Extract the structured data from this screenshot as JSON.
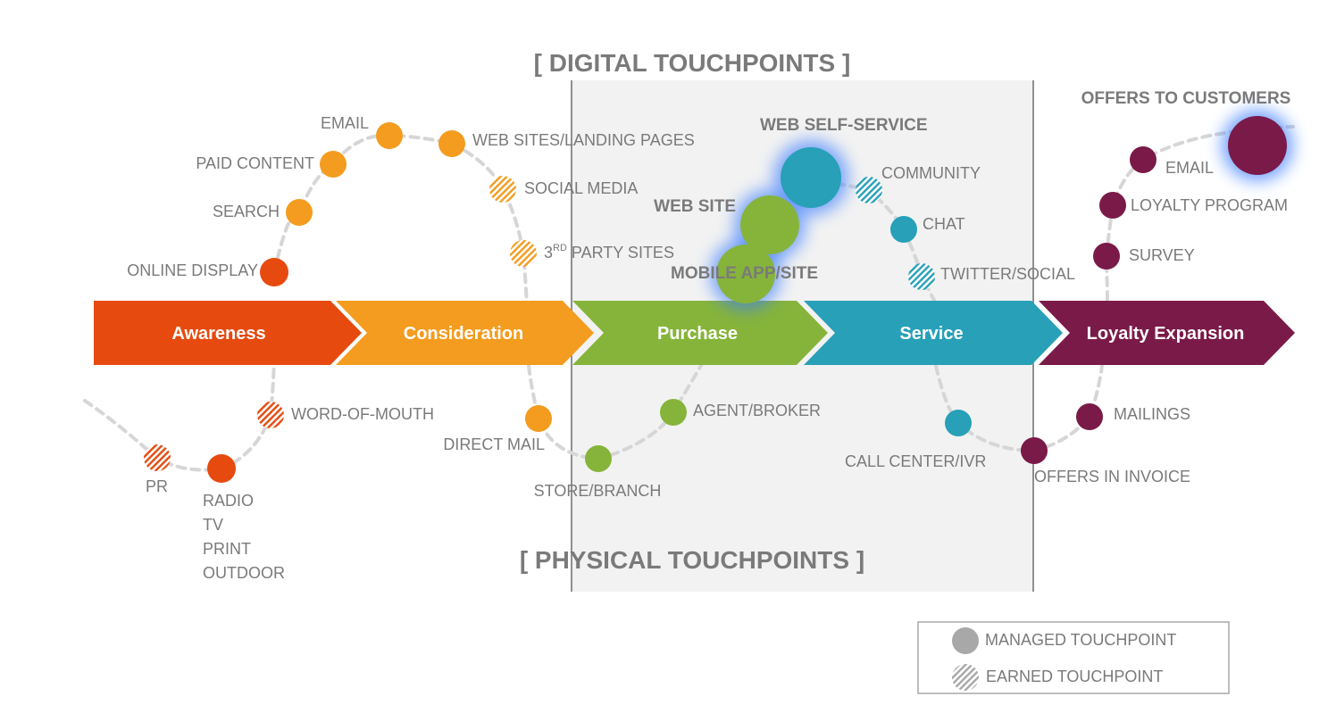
{
  "headers": {
    "digital": "[ DIGITAL TOUCHPOINTS ]",
    "physical": "[ PHYSICAL TOUCHPOINTS ]"
  },
  "stages": [
    {
      "label": "Awareness",
      "color": "#e64a0f"
    },
    {
      "label": "Consideration",
      "color": "#f39c1f"
    },
    {
      "label": "Purchase",
      "color": "#86b43a"
    },
    {
      "label": "Service",
      "color": "#27a0b8"
    },
    {
      "label": "Loyalty Expansion",
      "color": "#7a1a48"
    }
  ],
  "touchpoints": {
    "email": "EMAIL",
    "paid_content": "PAID CONTENT",
    "search": "SEARCH",
    "online_display": "ONLINE DISPLAY",
    "web_sites_landing": "WEB SITES/LANDING PAGES",
    "social_media": "SOCIAL MEDIA",
    "third_party_num": "3",
    "third_party_sup": "RD",
    "third_party_rest": " PARTY SITES",
    "web_self_service": "WEB SELF-SERVICE",
    "web_site": "WEB SITE",
    "mobile_app": "MOBILE APP/SITE",
    "community": "COMMUNITY",
    "chat": "CHAT",
    "twitter_social": "TWITTER/SOCIAL",
    "offers_to_customers": "OFFERS TO CUSTOMERS",
    "loyalty_email": "EMAIL",
    "loyalty_program": "LOYALTY PROGRAM",
    "survey": "SURVEY",
    "word_of_mouth": "WORD-OF-MOUTH",
    "pr": "PR",
    "radio": "RADIO",
    "tv": "TV",
    "print": "PRINT",
    "outdoor": "OUTDOOR",
    "direct_mail": "DIRECT MAIL",
    "store_branch": "STORE/BRANCH",
    "agent_broker": "AGENT/BROKER",
    "call_center": "CALL CENTER/IVR",
    "offers_in_invoice": "OFFERS IN INVOICE",
    "mailings": "MAILINGS"
  },
  "legend": {
    "managed": "MANAGED TOUCHPOINT",
    "earned": "EARNED TOUCHPOINT"
  },
  "colors": {
    "awareness": "#e64a0f",
    "consideration": "#f39c1f",
    "purchase": "#86b43a",
    "service": "#27a0b8",
    "loyalty": "#7a1a48",
    "highlight_glow": "#3a7bff",
    "legend_grey": "#a8a8a8"
  }
}
